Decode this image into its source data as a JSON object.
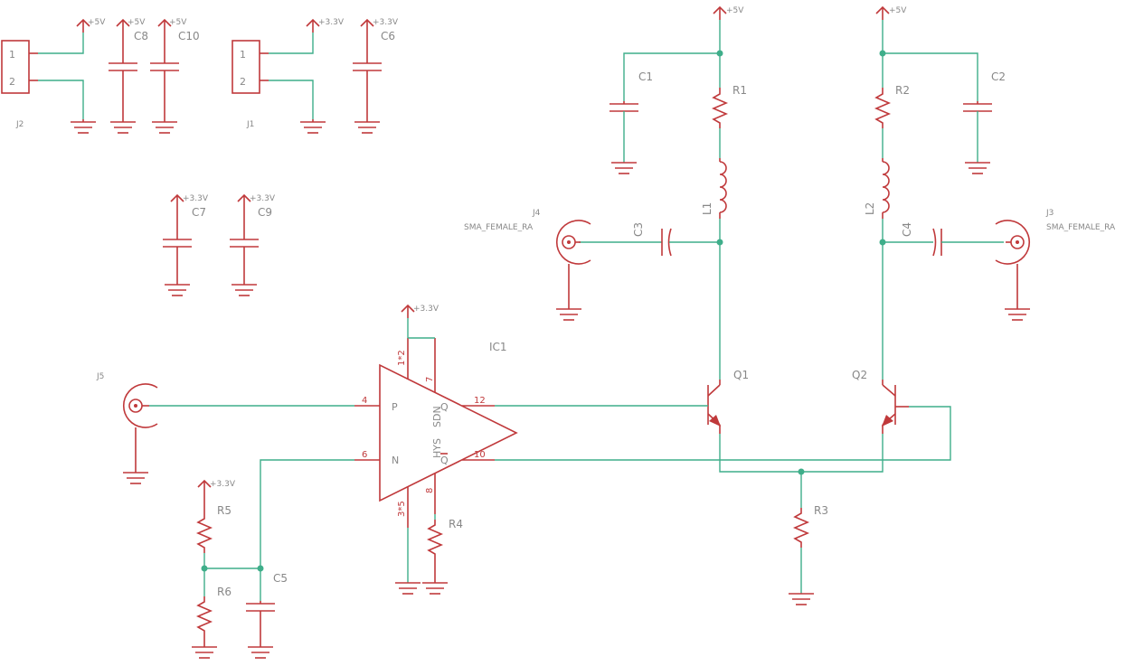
{
  "power": {
    "p5v": "+5V",
    "p3v3": "+3.3V"
  },
  "connectors": {
    "j2": {
      "ref": "J2",
      "pin1": "1",
      "pin2": "2"
    },
    "j1": {
      "ref": "J1",
      "pin1": "1",
      "pin2": "2"
    },
    "j3": {
      "ref": "J3",
      "value": "SMA_FEMALE_RA"
    },
    "j4": {
      "ref": "J4",
      "value": "SMA_FEMALE_RA"
    },
    "j5": {
      "ref": "J5"
    }
  },
  "capacitors": {
    "c1": "C1",
    "c2": "C2",
    "c3": "C3",
    "c4": "C4",
    "c5": "C5",
    "c6": "C6",
    "c7": "C7",
    "c8": "C8",
    "c9": "C9",
    "c10": "C10"
  },
  "resistors": {
    "r1": "R1",
    "r2": "R2",
    "r3": "R3",
    "r4": "R4",
    "r5": "R5",
    "r6": "R6"
  },
  "inductors": {
    "l1": "L1",
    "l2": "L2"
  },
  "transistors": {
    "q1": "Q1",
    "q2": "Q2"
  },
  "ic1": {
    "ref": "IC1",
    "in_p": "P",
    "in_n": "N",
    "out_q": "Q",
    "out_qb": "Q",
    "sdn": "SDN",
    "hys": "HYS",
    "pin4": "4",
    "pin6": "6",
    "pin12": "12",
    "pin10": "10",
    "pin7": "7",
    "pin8": "8",
    "pin1_2": "1*2",
    "pin3_5": "3*5"
  },
  "colors": {
    "symbol": "#c0393b",
    "wire": "#3fae8a",
    "label": "#888888"
  }
}
